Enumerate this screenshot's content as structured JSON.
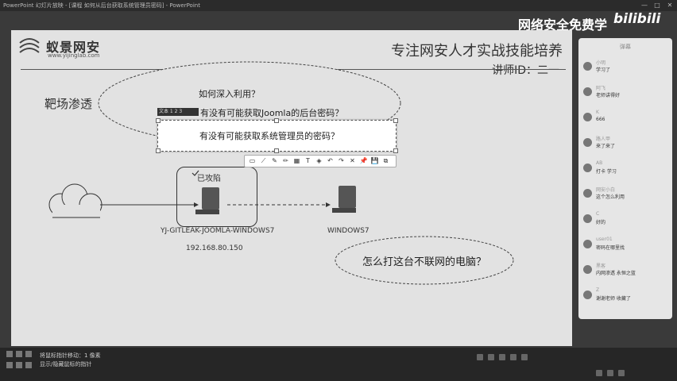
{
  "window": {
    "title": "PowerPoint 幻灯片放映 - [课程 如何从后台获取系统管理员密码] - PowerPoint",
    "controls": [
      "—",
      "□",
      "✕"
    ]
  },
  "watermark": {
    "brand": "网络安全免费学",
    "logo_text": "bilibili"
  },
  "slide": {
    "logo_name": "蚁景网安",
    "logo_url": "www.yijinglab.com",
    "slogan": "专注网安人才实战技能培养",
    "lecturer": "讲师ID：二一",
    "section": "靶场渗透",
    "bubble_top": {
      "line1": "如何深入利用？",
      "line2": "有没有可能获取Joomla的后台密码？"
    },
    "attacked_label": "已攻陷",
    "pc1_label": "YJ-GITLEAK-JOOMLA-WINDOWS7",
    "pc1_ip": "192.168.80.150",
    "pc2_label": "WINDOWS7",
    "bubble_bottom": "怎么打这台不联网的电脑？",
    "small_tag": "文本 1 2 3"
  },
  "popup": {
    "text": "有没有可能获取系统管理员的密码？",
    "toolbar_icons": [
      "rect-icon",
      "line-icon",
      "pen-icon",
      "marker-icon",
      "mosaic-icon",
      "text-icon",
      "eraser-icon",
      "undo-icon",
      "redo-icon",
      "close-icon",
      "pin-icon",
      "save-icon",
      "copy-icon"
    ],
    "toolbar_glyphs": [
      "▭",
      "⟋",
      "✎",
      "✏",
      "▦",
      "T",
      "◈",
      "↶",
      "↷",
      "✕",
      "📌",
      "💾",
      "⧉"
    ]
  },
  "chat": {
    "header": "弹幕",
    "items": [
      {
        "name": "小明",
        "msg": "学习了"
      },
      {
        "name": "阿飞",
        "msg": "老师讲得好"
      },
      {
        "name": "K",
        "msg": "666"
      },
      {
        "name": "路人甲",
        "msg": "来了来了"
      },
      {
        "name": "AB",
        "msg": "打卡 学习"
      },
      {
        "name": "网安小白",
        "msg": "这个怎么利用"
      },
      {
        "name": "C",
        "msg": "好的"
      },
      {
        "name": "user01",
        "msg": "密码在哪里找"
      },
      {
        "name": "黑客",
        "msg": "内网渗透 永恒之蓝"
      },
      {
        "name": "Z",
        "msg": "谢谢老师 收藏了"
      }
    ]
  },
  "taskbar": {
    "tip_line1": "将鼠标指针移动：1 像素",
    "tip_line2": "显示/隐藏鼠标的指针"
  }
}
